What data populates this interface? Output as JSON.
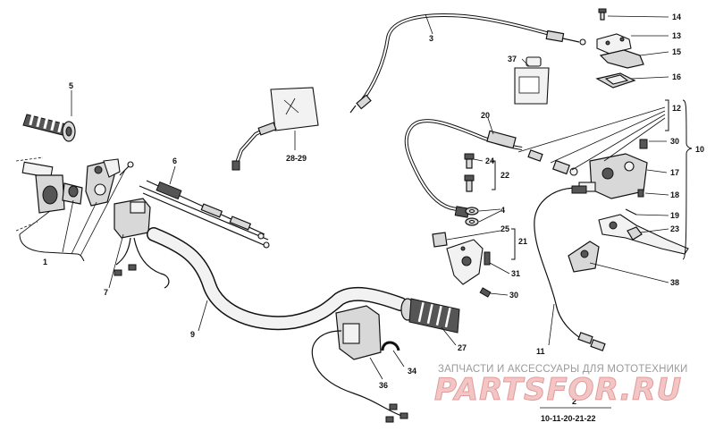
{
  "callouts": {
    "c1": "1",
    "c2": "2",
    "c3": "3",
    "c4": "4",
    "c5": "5",
    "c6": "6",
    "c7": "7",
    "c9": "9",
    "c10": "10",
    "c11": "11",
    "c12": "12",
    "c13": "13",
    "c14": "14",
    "c15": "15",
    "c16": "16",
    "c17": "17",
    "c18": "18",
    "c19": "19",
    "c20": "20",
    "c21": "21",
    "c22": "22",
    "c23": "23",
    "c24": "24",
    "c25": "25",
    "c27": "27",
    "c30a": "30",
    "c30b": "30",
    "c31": "31",
    "c34": "34",
    "c36": "36",
    "c37": "37",
    "c38": "38",
    "c2829": "28-29"
  },
  "kit_note": "10-11-20-21-22",
  "watermark": {
    "text": "ЗАПЧАСТИ И АКСЕССУАРЫ ДЛЯ МОТОТЕХНИКИ",
    "logo": "PARTSFOR.RU"
  },
  "colors": {
    "line": "#111111",
    "watermark_text": "#9a9a9a",
    "logo_fill": "#f3c6c6",
    "logo_stroke": "#e29a9a"
  }
}
